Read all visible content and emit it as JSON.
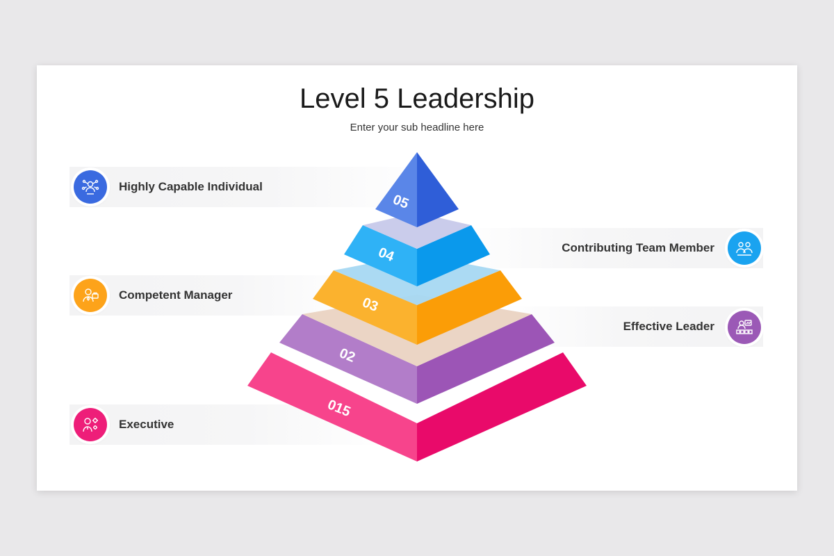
{
  "title": "Level 5 Leadership",
  "subtitle": "Enter your sub headline here",
  "levels": [
    {
      "number": "05",
      "label": "Highly Capable Individual",
      "color": "#3a6ae0",
      "icon": "person-network-icon"
    },
    {
      "number": "04",
      "label": "Contributing Team Member",
      "color": "#1aa3f0",
      "icon": "team-members-icon"
    },
    {
      "number": "03",
      "label": "Competent Manager",
      "color": "#fda31a",
      "icon": "manager-icon"
    },
    {
      "number": "02",
      "label": "Effective Leader",
      "color": "#9b59b6",
      "icon": "leader-presentation-icon"
    },
    {
      "number": "015",
      "label": "Executive",
      "color": "#ee1e79",
      "icon": "executive-settings-icon"
    }
  ]
}
